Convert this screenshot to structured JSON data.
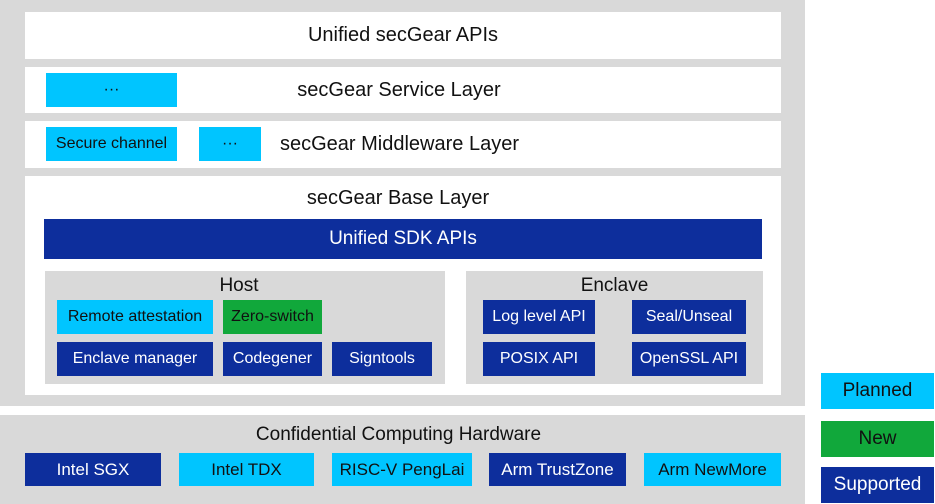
{
  "apis_title": "Unified secGear APIs",
  "service_layer": {
    "title": "secGear Service Layer",
    "items": [
      "···"
    ]
  },
  "middleware_layer": {
    "title": "secGear Middleware Layer",
    "items": [
      "Secure channel",
      "···"
    ]
  },
  "base_layer": {
    "title": "secGear Base Layer",
    "sdk_apis": "Unified SDK APIs",
    "host": {
      "title": "Host",
      "items": [
        "Remote attestation",
        "Zero-switch",
        "Enclave manager",
        "Codegener",
        "Signtools"
      ]
    },
    "enclave": {
      "title": "Enclave",
      "items": [
        "Log level API",
        "Seal/Unseal",
        "POSIX API",
        "OpenSSL API"
      ]
    }
  },
  "hardware": {
    "title": "Confidential Computing Hardware",
    "items": [
      "Intel SGX",
      "Intel TDX",
      "RISC-V PengLai",
      "Arm TrustZone",
      "Arm NewMore"
    ]
  },
  "legend": [
    "Planned",
    "New",
    "Supported"
  ],
  "colors": {
    "supported": "#0d2e9c",
    "planned": "#00c5ff",
    "new": "#11a83b",
    "frame": "#d9d9d9"
  }
}
